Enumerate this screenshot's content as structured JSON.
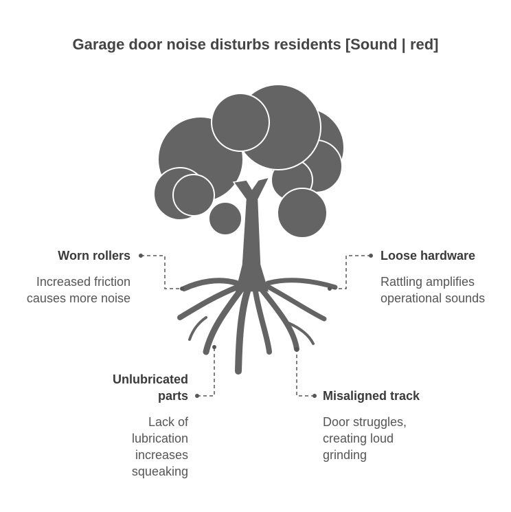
{
  "title": "Garage door noise disturbs residents [Sound | red]",
  "colors": {
    "tree": "#646464",
    "text": "#3d3d3d",
    "connector": "#555555"
  },
  "causes": {
    "worn_rollers": {
      "title": "Worn rollers",
      "description": "Increased friction causes more noise"
    },
    "loose_hardware": {
      "title": "Loose hardware",
      "description": "Rattling amplifies operational sounds"
    },
    "unlubricated_parts": {
      "title": "Unlubricated parts",
      "description": "Lack of lubrication increases squeaking"
    },
    "misaligned_track": {
      "title": "Misaligned track",
      "description": "Door struggles, creating loud grinding"
    }
  }
}
